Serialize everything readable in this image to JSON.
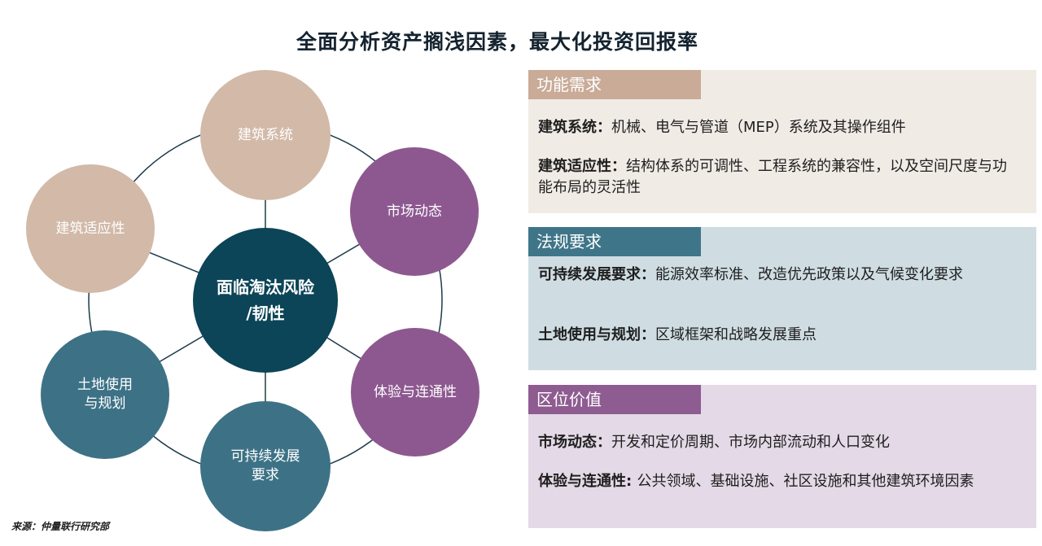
{
  "title": "全面分析资产搁浅因素，最大化投资回报率",
  "diagram": {
    "center": "面临淘汰风险\n/韧性",
    "nodes": [
      {
        "label": "建筑系统",
        "group": "功能需求"
      },
      {
        "label": "市场动态",
        "group": "区位价值"
      },
      {
        "label": "体验与连通性",
        "group": "区位价值"
      },
      {
        "label": "可持续发展\n要求",
        "group": "法规要求"
      },
      {
        "label": "土地使用\n与规划",
        "group": "法规要求"
      },
      {
        "label": "建筑适应性",
        "group": "功能需求"
      }
    ],
    "colors": {
      "tan": "#d2b9a8",
      "purple": "#8d5890",
      "teal": "#3d7286",
      "center": "#0c4458",
      "ring": "#1d3b4a"
    }
  },
  "panels": [
    {
      "heading": "功能需求",
      "items": [
        {
          "term": "建筑系统：",
          "desc": "机械、电气与管道（MEP）系统及其操作组件"
        },
        {
          "term": "建筑适应性：",
          "desc": "结构体系的可调性、工程系统的兼容性，以及空间尺度与功能布局的灵活性"
        }
      ]
    },
    {
      "heading": "法规要求",
      "items": [
        {
          "term": "可持续发展要求：",
          "desc": "能源效率标准、改造优先政策以及气候变化要求"
        },
        {
          "term": "土地使用与规划：",
          "desc": "区域框架和战略发展重点"
        }
      ]
    },
    {
      "heading": "区位价值",
      "items": [
        {
          "term": "市场动态：",
          "desc": "开发和定价周期、市场内部流动和人口变化"
        },
        {
          "term": "体验与连通性: ",
          "desc": "公共领域、基础设施、社区设施和其他建筑环境因素"
        }
      ]
    }
  ],
  "source": "来源：仲量联行研究部"
}
